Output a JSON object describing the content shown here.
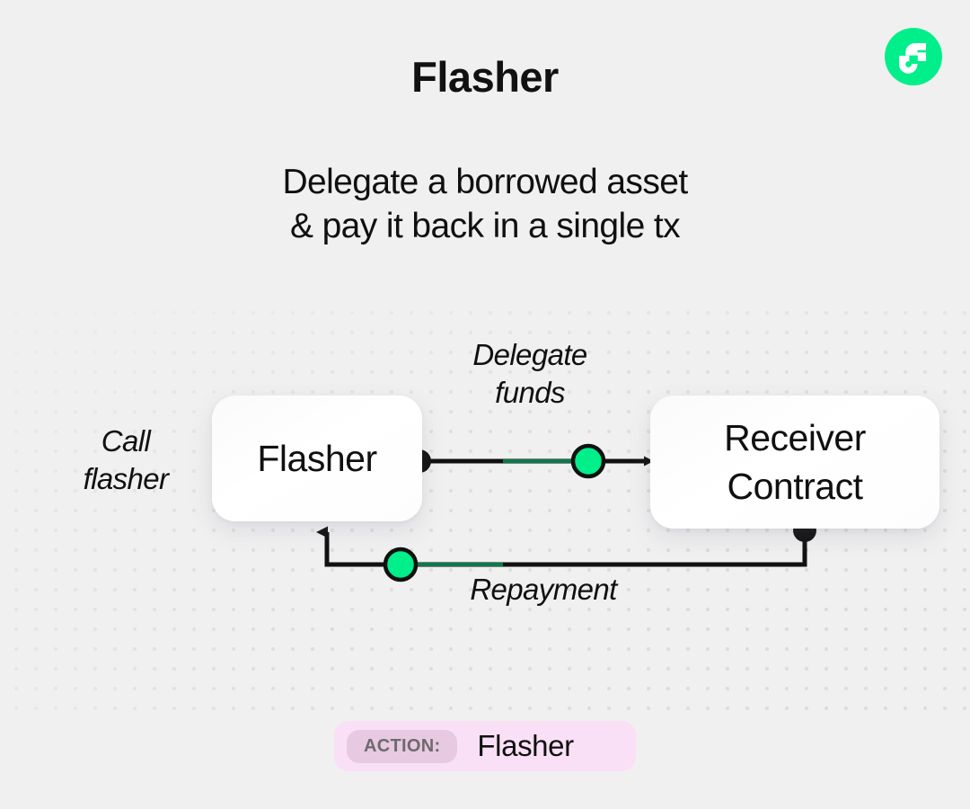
{
  "page": {
    "title": "Flasher",
    "subtitle_lines": [
      "Delegate a borrowed asset",
      "& pay it back in a single tx"
    ],
    "background_color": "#F0F0F0"
  },
  "logo": {
    "name": "flow-logo",
    "circle_color": "#00EF8B",
    "mark_color": "#FFFFFF"
  },
  "diagram": {
    "nodes": [
      {
        "id": "flasher",
        "label": "Flasher"
      },
      {
        "id": "receiver",
        "label": "Receiver\nContract"
      }
    ],
    "labels": {
      "call": "Call\nflasher",
      "delegate": "Delegate\nfunds",
      "repayment": "Repayment"
    },
    "accent_color": "#00EF8B",
    "line_color": "#111111"
  },
  "action": {
    "tag": "ACTION:",
    "value": "Flasher",
    "badge_color": "#FAE0F6",
    "tag_color": "#E7C9E1"
  }
}
